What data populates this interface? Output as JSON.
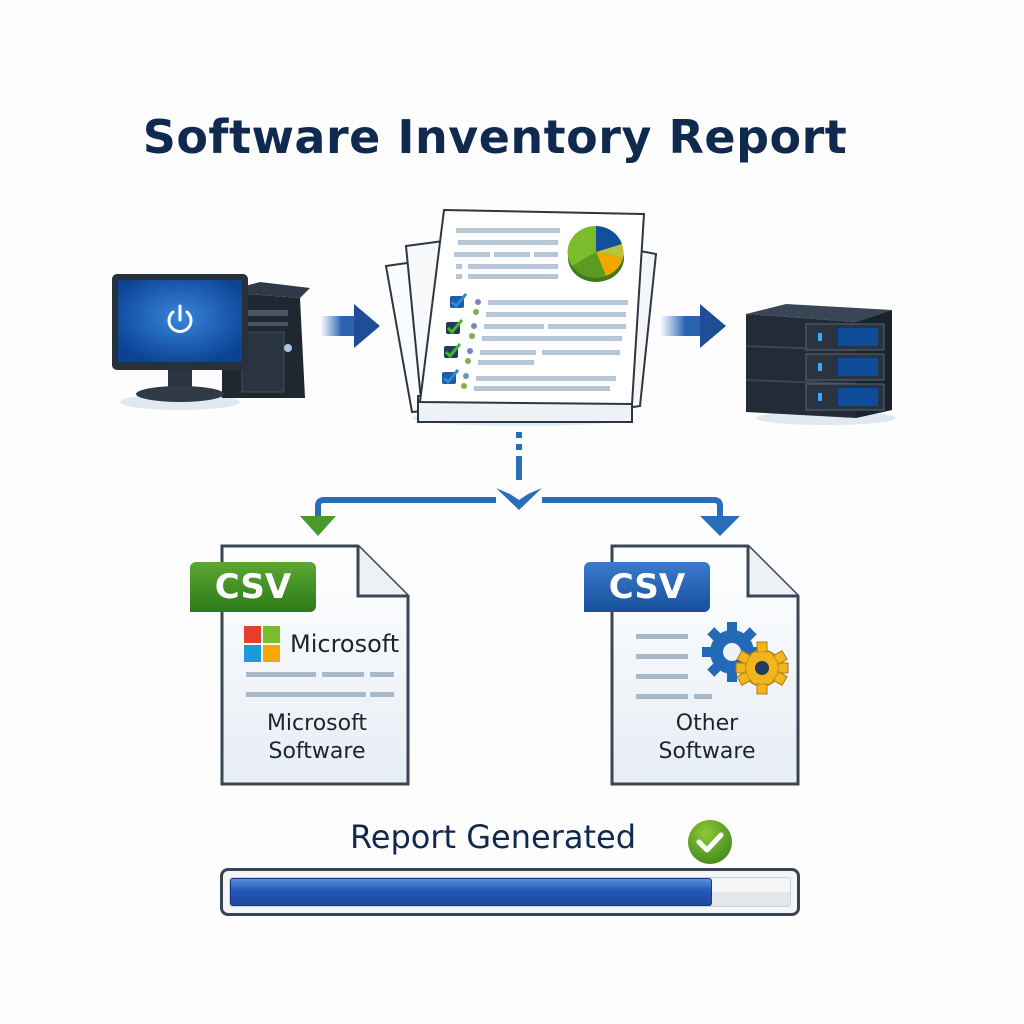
{
  "title": "Software Inventory Report",
  "flow": {
    "source": {
      "name": "desktop-computer",
      "screen_icon": "power-icon"
    },
    "report": {
      "name": "report-documents",
      "checklist_items": 4,
      "pie_colors": [
        "#7cbb2c",
        "#4e8c1c",
        "#f2a800",
        "#b8c23a",
        "#134f9e"
      ]
    },
    "destination": {
      "name": "server-rack",
      "units": 3
    }
  },
  "outputs": [
    {
      "badge": "CSV",
      "badge_color": "#3f8a20",
      "brand_text": "Microsoft",
      "line1": "Microsoft",
      "line2": "Software",
      "arrow_color": "#4a9a2a",
      "icon": "microsoft-logo-icon"
    },
    {
      "badge": "CSV",
      "badge_color": "#1f5ba8",
      "line1": "Other",
      "line2": "Software",
      "arrow_color": "#2a6db8",
      "icon": "gears-icon"
    }
  ],
  "status": {
    "label": "Report Generated",
    "icon": "check-circle-icon",
    "progress_percent": 86
  },
  "colors": {
    "title": "#0f2a4e",
    "accent_blue": "#2468b8",
    "success_green": "#5aa01e"
  }
}
